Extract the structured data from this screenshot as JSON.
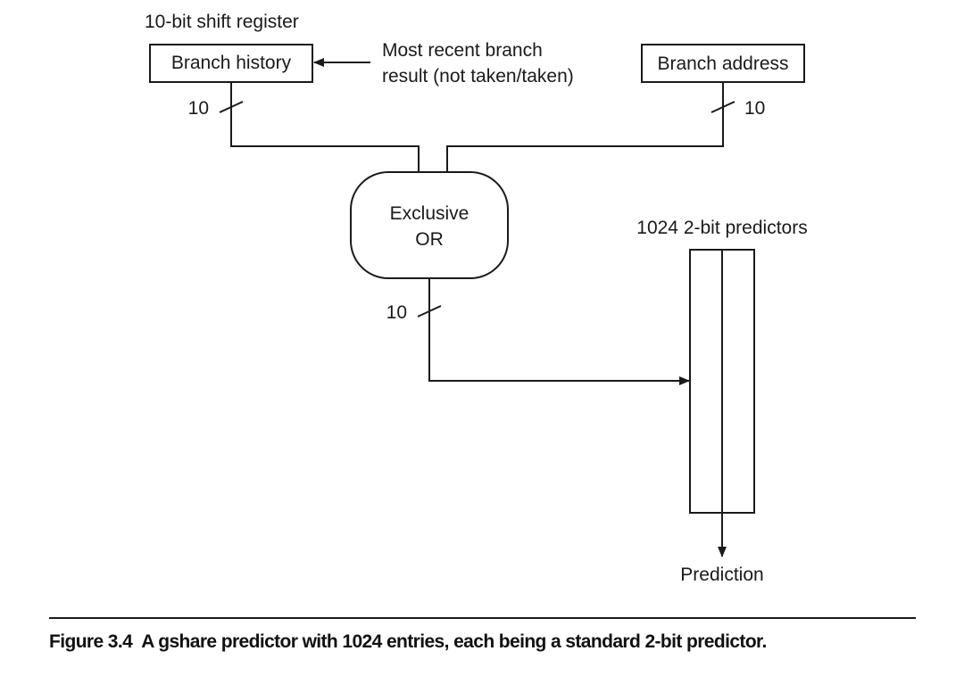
{
  "diagram": {
    "shift_register_label": "10-bit shift register",
    "branch_history": "Branch history",
    "recent_result_line1": "Most recent branch",
    "recent_result_line2": "result (not taken/taken)",
    "branch_address": "Branch address",
    "width_history": "10",
    "width_address": "10",
    "width_xor_out": "10",
    "xor_line1": "Exclusive",
    "xor_line2": "OR",
    "predictors_label": "1024 2-bit predictors",
    "prediction_label": "Prediction"
  },
  "caption": {
    "number": "Figure 3.4",
    "text": "A gshare predictor with 1024 entries, each being a standard 2-bit predictor."
  },
  "colors": {
    "ink": "#1a1a1a",
    "background": "#ffffff"
  }
}
